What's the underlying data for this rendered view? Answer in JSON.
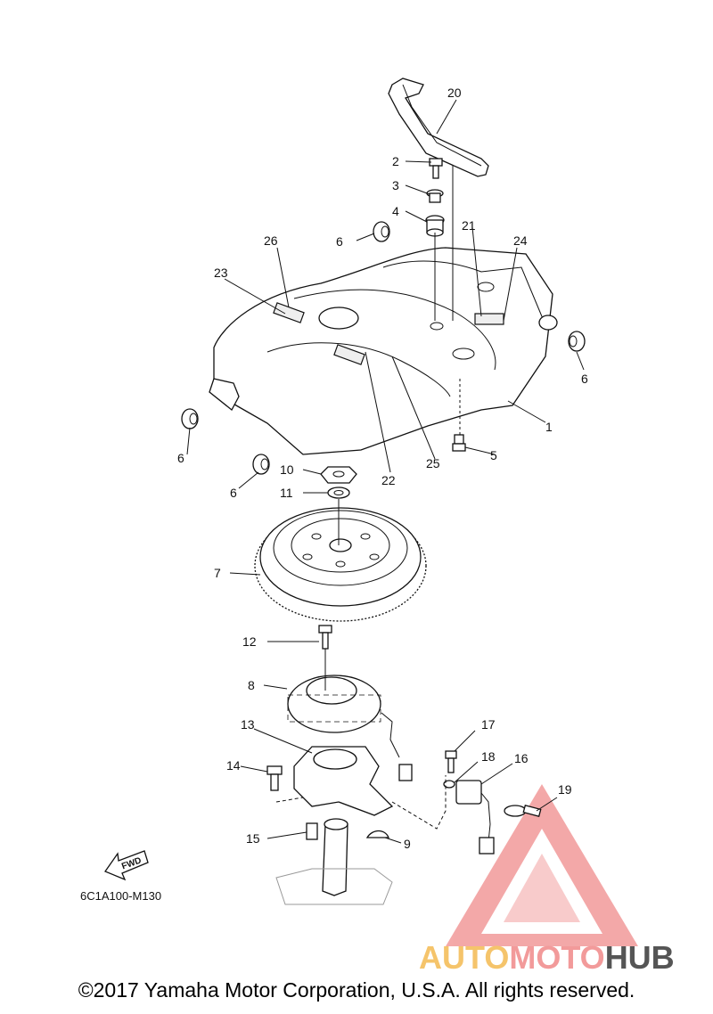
{
  "diagram": {
    "callouts": [
      "1",
      "2",
      "3",
      "4",
      "5",
      "6",
      "6",
      "6",
      "6",
      "7",
      "8",
      "9",
      "10",
      "11",
      "12",
      "13",
      "14",
      "15",
      "16",
      "17",
      "18",
      "19",
      "20",
      "21",
      "22",
      "23",
      "24",
      "25",
      "26"
    ],
    "fwd_label": "FWD",
    "diagram_code": "6C1A100-M130"
  },
  "watermark": {
    "text_left": "AUTO",
    "text_mid": "MOTO",
    "text_right": "HUB",
    "color_primary": "#f08080",
    "color_light": "#f7c56a",
    "color_dark": "#555555"
  },
  "footer": {
    "copyright": "©2017 Yamaha Motor Corporation, U.S.A. All rights reserved."
  }
}
